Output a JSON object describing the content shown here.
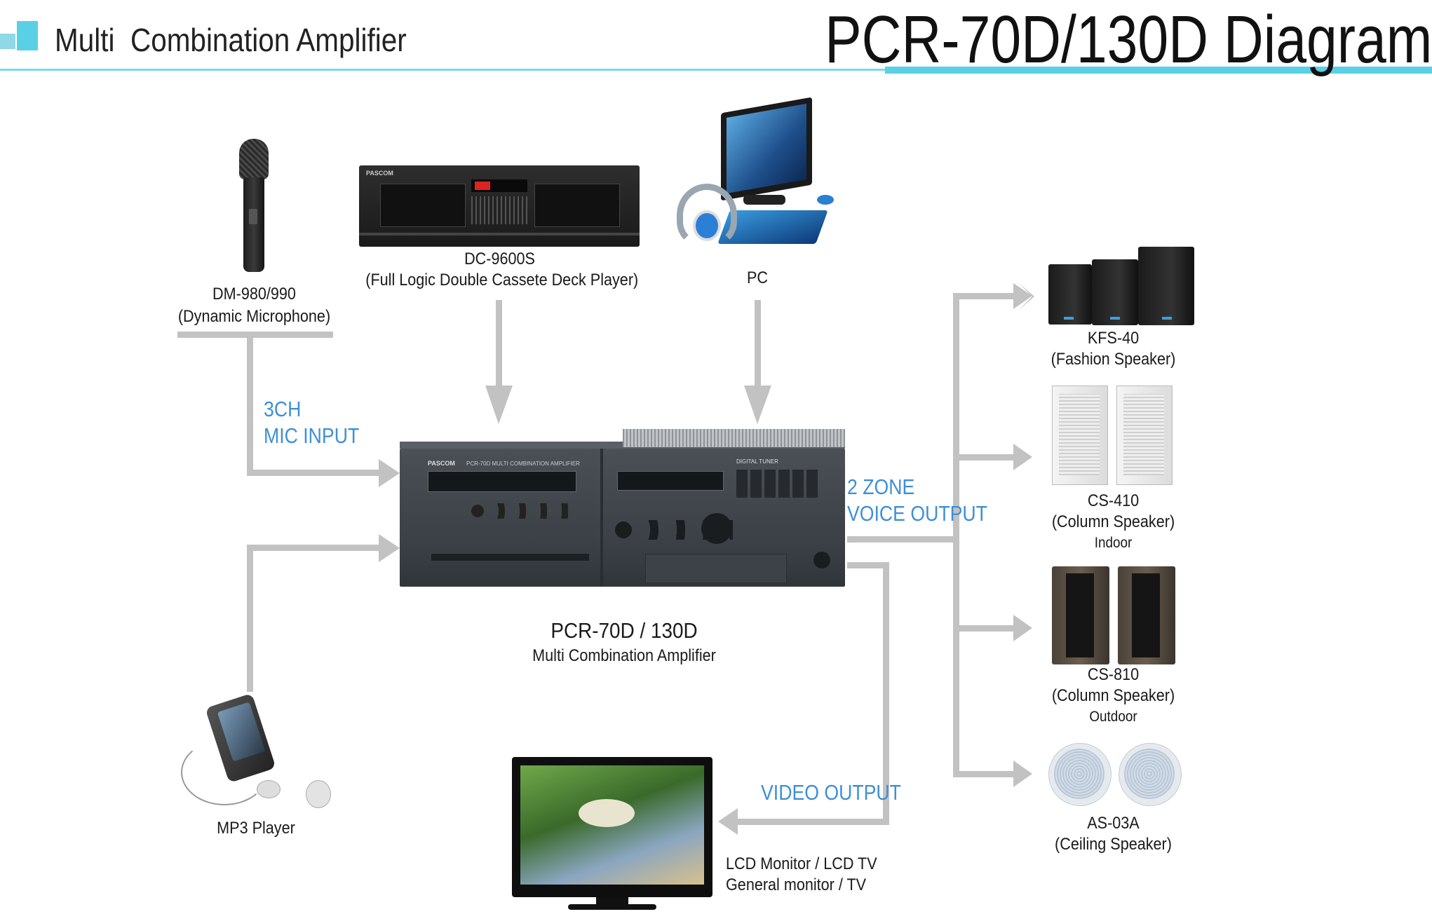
{
  "header": {
    "subtitle": "Multi  Combination Amplifier",
    "title": "PCR-70D/130D Diagram"
  },
  "inputs": {
    "microphone": {
      "model": "DM-980/990",
      "desc": "(Dynamic Microphone)"
    },
    "cassette": {
      "model": "DC-9600S",
      "desc": "(Full Logic Double Cassete Deck Player)"
    },
    "pc": {
      "model": "PC"
    },
    "mp3": {
      "model": "MP3 Player"
    }
  },
  "center": {
    "model": "PCR-70D / 130D",
    "desc": "Multi Combination Amplifier"
  },
  "connection_labels": {
    "mic_input_line1": "3CH",
    "mic_input_line2": "MIC INPUT",
    "zone_line1": "2 ZONE",
    "zone_line2": "VOICE OUTPUT",
    "video": "VIDEO OUTPUT"
  },
  "outputs": {
    "kfs": {
      "model": "KFS-40",
      "desc": "(Fashion Speaker)"
    },
    "cs410": {
      "model": "CS-410",
      "desc": "(Column Speaker)",
      "note": "Indoor"
    },
    "cs810": {
      "model": "CS-810",
      "desc": "(Column Speaker)",
      "note": "Outdoor"
    },
    "as03a": {
      "model": "AS-03A",
      "desc": "(Ceiling Speaker)"
    },
    "monitor": {
      "line1": "LCD Monitor / LCD TV",
      "line2": "General monitor / TV"
    }
  },
  "device_text": {
    "amp_brand": "PASCOM",
    "amp_name": "PCR-70D  MULTI COMBINATION AMPLIFIER",
    "amp_tuner": "DIGITAL TUNER",
    "deck_brand": "PASCOM"
  },
  "colors": {
    "accent_cyan": "#5ad0e6",
    "label_blue": "#3d8fd6",
    "connector_gray": "#c2c2c2",
    "device_dark": "#3d4347"
  }
}
